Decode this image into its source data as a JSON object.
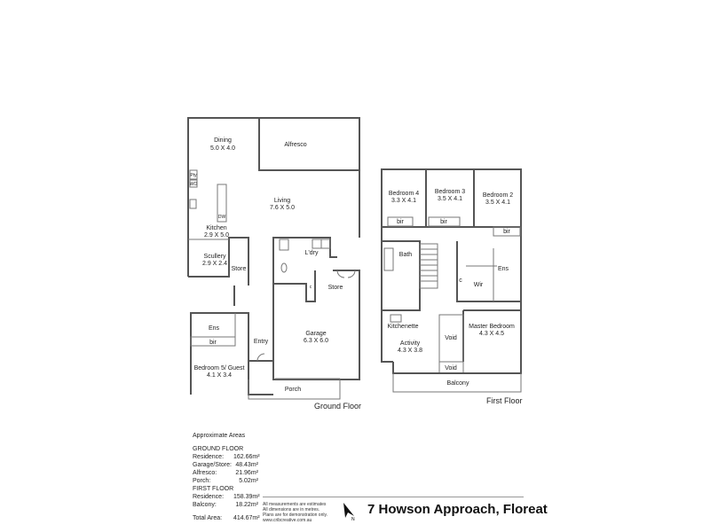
{
  "ground_floor": {
    "title": "Ground Floor",
    "rooms": {
      "dining": {
        "name": "Dining",
        "size": "5.0 X 4.0"
      },
      "alfresco": {
        "name": "Alfresco"
      },
      "living": {
        "name": "Living",
        "size": "7.6 X 5.0"
      },
      "kitchen": {
        "name": "Kitchen",
        "size": "2.9 X 5.0"
      },
      "scullery": {
        "name": "Scullery",
        "size": "2.9 X 2.4"
      },
      "store1": {
        "name": "Store"
      },
      "laundry": {
        "name": "L'dry"
      },
      "store2": {
        "name": "Store"
      },
      "garage": {
        "name": "Garage",
        "size": "6.3 X 6.0"
      },
      "ens": {
        "name": "Ens"
      },
      "bir": {
        "name": "bir"
      },
      "bedroom5": {
        "name": "Bedroom 5/ Guest",
        "size": "4.1 X 3.4"
      },
      "entry": {
        "name": "Entry"
      },
      "porch": {
        "name": "Porch"
      }
    },
    "fixtures": {
      "pty": "Pty",
      "wo": "WO",
      "dw": "DW",
      "c": "c"
    }
  },
  "first_floor": {
    "title": "First Floor",
    "rooms": {
      "bedroom4": {
        "name": "Bedroom 4",
        "size": "3.3 X 4.1"
      },
      "bedroom3": {
        "name": "Bedroom 3",
        "size": "3.5 X 4.1"
      },
      "bedroom2": {
        "name": "Bedroom 2",
        "size": "3.5 X 4.1"
      },
      "bir": "bir",
      "bath": {
        "name": "Bath"
      },
      "ens": {
        "name": "Ens"
      },
      "wir": {
        "name": "Wir"
      },
      "c": "c",
      "kitchenette": {
        "name": "Kitchenette"
      },
      "activity": {
        "name": "Activity",
        "size": "4.3 X 3.8"
      },
      "void": "Void",
      "master": {
        "name": "Master Bedroom",
        "size": "4.3 X 4.5"
      },
      "balcony": {
        "name": "Balcony"
      }
    }
  },
  "areas": {
    "heading": "Approximate Areas",
    "ground_heading": "GROUND FLOOR",
    "ground": [
      {
        "label": "Residence:",
        "value": "162.66m²"
      },
      {
        "label": "Garage/Store:",
        "value": "48.43m²"
      },
      {
        "label": "Alfresco:",
        "value": "21.96m²"
      },
      {
        "label": "Porch:",
        "value": "5.02m²"
      }
    ],
    "first_heading": "FIRST FLOOR",
    "first": [
      {
        "label": "Residence:",
        "value": "158.39m²"
      },
      {
        "label": "Balcony:",
        "value": "18.22m²"
      }
    ],
    "total": {
      "label": "Total Area:",
      "value": "414.67m²"
    }
  },
  "disclaimer": [
    "All measurements are estimates",
    "All dimensions are in metres.",
    "Plans are for demonstration only.",
    "www.cribcreative.com.au"
  ],
  "compass": {
    "icon": "north-arrow-icon",
    "label": "N"
  },
  "address": "7 Howson Approach, Floreat"
}
